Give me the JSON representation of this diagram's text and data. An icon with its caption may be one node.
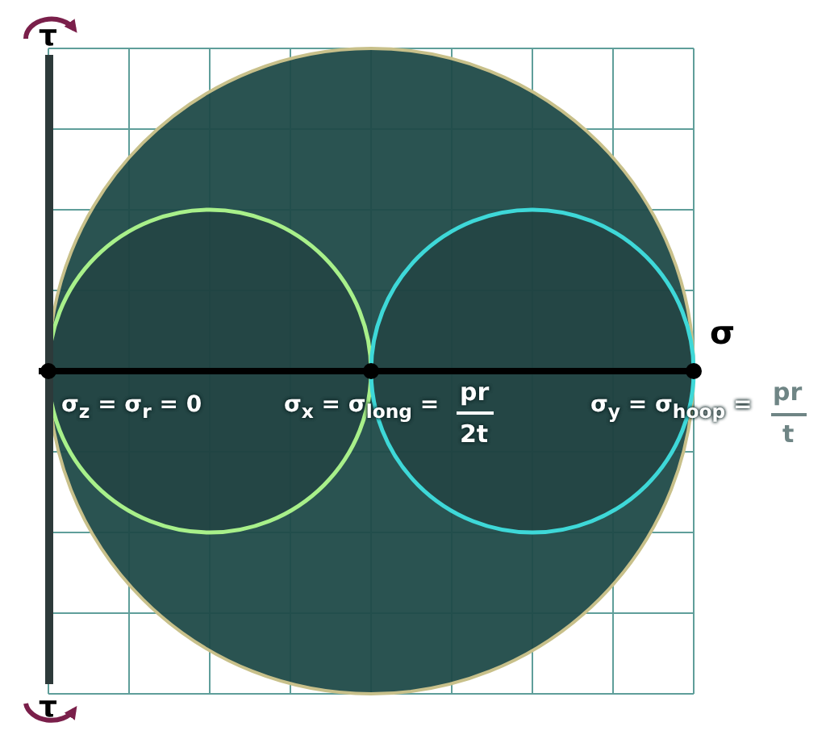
{
  "diagram": {
    "labels": [
      "τ",
      "τ",
      "σ",
      "σ$_{z}$ = σ$_{r}$ = 0",
      "σ$_{x}$ = σ$_{long}$ =",
      "pr",
      "2t",
      "σ$_{y}$ = σ$_{hoop}$ =",
      "pr",
      "t"
    ]
  }
}
